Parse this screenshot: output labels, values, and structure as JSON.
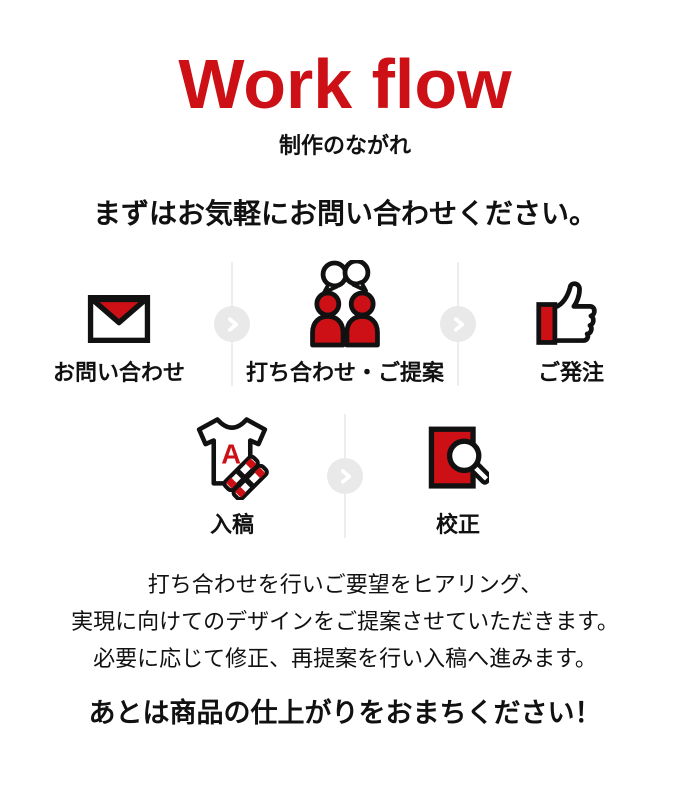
{
  "header": {
    "title": "Work flow",
    "subtitle": "制作のながれ"
  },
  "lead": "まずはお気軽にお問い合わせください。",
  "steps": {
    "row1": [
      {
        "label": "お問い合わせ",
        "icon": "envelope-icon"
      },
      {
        "label": "打ち合わせ・ご提案",
        "icon": "meeting-people-icon"
      },
      {
        "label": "ご発注",
        "icon": "thumbs-up-icon"
      }
    ],
    "row2": [
      {
        "label": "入稿",
        "icon": "tshirt-submission-icon"
      },
      {
        "label": "校正",
        "icon": "proof-magnifier-icon"
      }
    ]
  },
  "icons": {
    "tshirt_letter": "A",
    "arrow": "chevron-right-icon"
  },
  "description": {
    "lines": [
      "打ち合わせを行いご要望をヒアリング、",
      "実現に向けてのデザインをご提案させていただきます。",
      "必要に応じて修正、再提案を行い入稿へ進みます。"
    ]
  },
  "closing": "あとは商品の仕上がりをおまちください！",
  "colors": {
    "accent": "#cc1016",
    "divider_line": "#ededed",
    "arrow_circle": "#e9e9e9",
    "text": "#111111",
    "background": "#ffffff"
  }
}
